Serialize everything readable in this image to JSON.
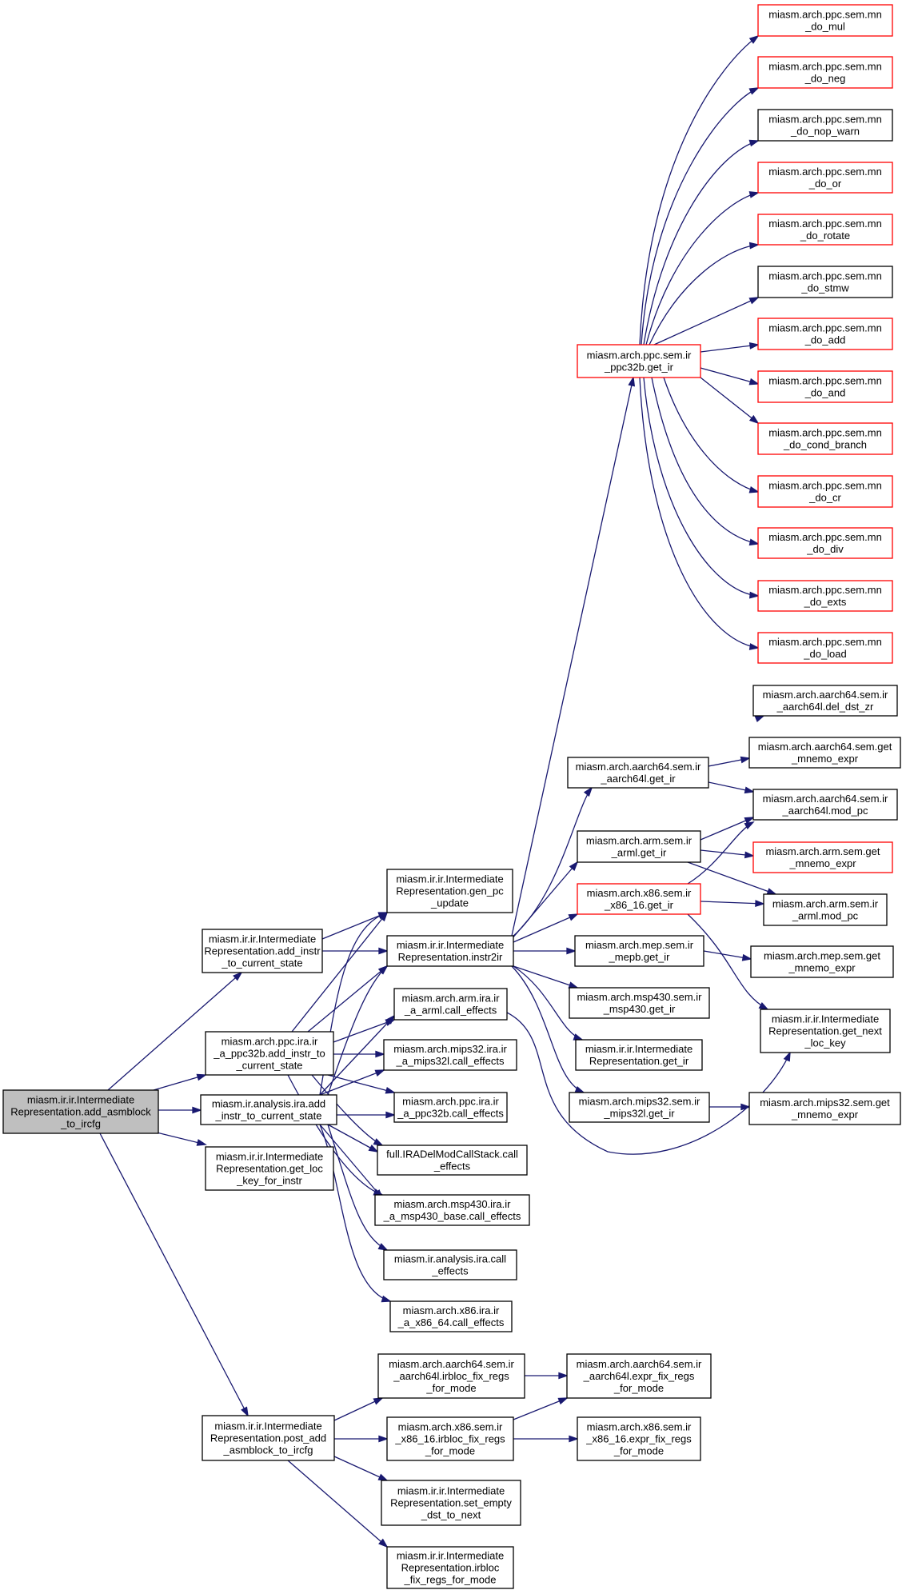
{
  "colors": {
    "edge": "#191970",
    "border_default": "#000000",
    "border_truncated": "#ff0000",
    "root_fill": "#bfbfbf",
    "node_fill": "#ffffff"
  },
  "nodes": [
    {
      "id": "n_root",
      "lines": [
        "miasm.ir.ir.Intermediate",
        "Representation.add_asmblock",
        "_to_ircfg"
      ],
      "style": "root"
    },
    {
      "id": "n_add_instr",
      "lines": [
        "miasm.ir.ir.Intermediate",
        "Representation.add_instr",
        "_to_current_state"
      ],
      "style": "normal"
    },
    {
      "id": "n_ppc_add",
      "lines": [
        "miasm.arch.ppc.ira.ir",
        "_a_ppc32b.add_instr_to",
        "_current_state"
      ],
      "style": "normal"
    },
    {
      "id": "n_ira_add",
      "lines": [
        "miasm.ir.analysis.ira.add",
        "_instr_to_current_state"
      ],
      "style": "normal"
    },
    {
      "id": "n_get_loc",
      "lines": [
        "miasm.ir.ir.Intermediate",
        "Representation.get_loc",
        "_key_for_instr"
      ],
      "style": "normal"
    },
    {
      "id": "n_post_add",
      "lines": [
        "miasm.ir.ir.Intermediate",
        "Representation.post_add",
        "_asmblock_to_ircfg"
      ],
      "style": "normal"
    },
    {
      "id": "n_gen_pc",
      "lines": [
        "miasm.ir.ir.Intermediate",
        "Representation.gen_pc",
        "_update"
      ],
      "style": "normal"
    },
    {
      "id": "n_instr2ir",
      "lines": [
        "miasm.ir.ir.Intermediate",
        "Representation.instr2ir"
      ],
      "style": "normal"
    },
    {
      "id": "n_arm_call",
      "lines": [
        "miasm.arch.arm.ira.ir",
        "_a_arml.call_effects"
      ],
      "style": "normal"
    },
    {
      "id": "n_mips_call",
      "lines": [
        "miasm.arch.mips32.ira.ir",
        "_a_mips32l.call_effects"
      ],
      "style": "normal"
    },
    {
      "id": "n_ppc_call",
      "lines": [
        "miasm.arch.ppc.ira.ir",
        "_a_ppc32b.call_effects"
      ],
      "style": "normal"
    },
    {
      "id": "n_full_call",
      "lines": [
        "full.IRADelModCallStack.call",
        "_effects"
      ],
      "style": "normal"
    },
    {
      "id": "n_msp_call",
      "lines": [
        "miasm.arch.msp430.ira.ir",
        "_a_msp430_base.call_effects"
      ],
      "style": "normal"
    },
    {
      "id": "n_ira_call",
      "lines": [
        "miasm.ir.analysis.ira.call",
        "_effects"
      ],
      "style": "normal"
    },
    {
      "id": "n_x86_call",
      "lines": [
        "miasm.arch.x86.ira.ir",
        "_a_x86_64.call_effects"
      ],
      "style": "normal"
    },
    {
      "id": "n_aa_irbloc",
      "lines": [
        "miasm.arch.aarch64.sem.ir",
        "_aarch64l.irbloc_fix_regs",
        "_for_mode"
      ],
      "style": "normal"
    },
    {
      "id": "n_x86_irbloc",
      "lines": [
        "miasm.arch.x86.sem.ir",
        "_x86_16.irbloc_fix_regs",
        "_for_mode"
      ],
      "style": "normal"
    },
    {
      "id": "n_set_empty",
      "lines": [
        "miasm.ir.ir.Intermediate",
        "Representation.set_empty",
        "_dst_to_next"
      ],
      "style": "normal"
    },
    {
      "id": "n_irbloc",
      "lines": [
        "miasm.ir.ir.Intermediate",
        "Representation.irbloc",
        "_fix_regs_for_mode"
      ],
      "style": "normal"
    },
    {
      "id": "n_ppc_getir",
      "lines": [
        "miasm.arch.ppc.sem.ir",
        "_ppc32b.get_ir"
      ],
      "style": "truncated"
    },
    {
      "id": "n_aa_getir",
      "lines": [
        "miasm.arch.aarch64.sem.ir",
        "_aarch64l.get_ir"
      ],
      "style": "normal"
    },
    {
      "id": "n_arm_getir",
      "lines": [
        "miasm.arch.arm.sem.ir",
        "_arml.get_ir"
      ],
      "style": "normal"
    },
    {
      "id": "n_x86_getir",
      "lines": [
        "miasm.arch.x86.sem.ir",
        "_x86_16.get_ir"
      ],
      "style": "truncated"
    },
    {
      "id": "n_mep_getir",
      "lines": [
        "miasm.arch.mep.sem.ir",
        "_mepb.get_ir"
      ],
      "style": "normal"
    },
    {
      "id": "n_msp_getir",
      "lines": [
        "miasm.arch.msp430.sem.ir",
        "_msp430.get_ir"
      ],
      "style": "normal"
    },
    {
      "id": "n_ir_getir",
      "lines": [
        "miasm.ir.ir.Intermediate",
        "Representation.get_ir"
      ],
      "style": "normal"
    },
    {
      "id": "n_mips_getir",
      "lines": [
        "miasm.arch.mips32.sem.ir",
        "_mips32l.get_ir"
      ],
      "style": "normal"
    },
    {
      "id": "n_aa_expr",
      "lines": [
        "miasm.arch.aarch64.sem.ir",
        "_aarch64l.expr_fix_regs",
        "_for_mode"
      ],
      "style": "normal"
    },
    {
      "id": "n_x86_expr",
      "lines": [
        "miasm.arch.x86.sem.ir",
        "_x86_16.expr_fix_regs",
        "_for_mode"
      ],
      "style": "normal"
    },
    {
      "id": "n_mnmul",
      "lines": [
        "miasm.arch.ppc.sem.mn",
        "_do_mul"
      ],
      "style": "truncated"
    },
    {
      "id": "n_mnneg",
      "lines": [
        "miasm.arch.ppc.sem.mn",
        "_do_neg"
      ],
      "style": "truncated"
    },
    {
      "id": "n_mnnop",
      "lines": [
        "miasm.arch.ppc.sem.mn",
        "_do_nop_warn"
      ],
      "style": "normal"
    },
    {
      "id": "n_mnor",
      "lines": [
        "miasm.arch.ppc.sem.mn",
        "_do_or"
      ],
      "style": "truncated"
    },
    {
      "id": "n_mnrot",
      "lines": [
        "miasm.arch.ppc.sem.mn",
        "_do_rotate"
      ],
      "style": "truncated"
    },
    {
      "id": "n_mnstmw",
      "lines": [
        "miasm.arch.ppc.sem.mn",
        "_do_stmw"
      ],
      "style": "normal"
    },
    {
      "id": "n_mnadd",
      "lines": [
        "miasm.arch.ppc.sem.mn",
        "_do_add"
      ],
      "style": "truncated"
    },
    {
      "id": "n_mnand",
      "lines": [
        "miasm.arch.ppc.sem.mn",
        "_do_and"
      ],
      "style": "truncated"
    },
    {
      "id": "n_mncond",
      "lines": [
        "miasm.arch.ppc.sem.mn",
        "_do_cond_branch"
      ],
      "style": "truncated"
    },
    {
      "id": "n_mncr",
      "lines": [
        "miasm.arch.ppc.sem.mn",
        "_do_cr"
      ],
      "style": "truncated"
    },
    {
      "id": "n_mndiv",
      "lines": [
        "miasm.arch.ppc.sem.mn",
        "_do_div"
      ],
      "style": "truncated"
    },
    {
      "id": "n_mnexts",
      "lines": [
        "miasm.arch.ppc.sem.mn",
        "_do_exts"
      ],
      "style": "truncated"
    },
    {
      "id": "n_mnload",
      "lines": [
        "miasm.arch.ppc.sem.mn",
        "_do_load"
      ],
      "style": "truncated"
    },
    {
      "id": "n_aa_del",
      "lines": [
        "miasm.arch.aarch64.sem.ir",
        "_aarch64l.del_dst_zr"
      ],
      "style": "normal"
    },
    {
      "id": "n_aa_mnemo",
      "lines": [
        "miasm.arch.aarch64.sem.get",
        "_mnemo_expr"
      ],
      "style": "normal"
    },
    {
      "id": "n_aa_modpc",
      "lines": [
        "miasm.arch.aarch64.sem.ir",
        "_aarch64l.mod_pc"
      ],
      "style": "normal"
    },
    {
      "id": "n_arm_mnemo",
      "lines": [
        "miasm.arch.arm.sem.get",
        "_mnemo_expr"
      ],
      "style": "truncated"
    },
    {
      "id": "n_arm_modpc",
      "lines": [
        "miasm.arch.arm.sem.ir",
        "_arml.mod_pc"
      ],
      "style": "normal"
    },
    {
      "id": "n_mep_mnemo",
      "lines": [
        "miasm.arch.mep.sem.get",
        "_mnemo_expr"
      ],
      "style": "normal"
    },
    {
      "id": "n_getnext",
      "lines": [
        "miasm.ir.ir.Intermediate",
        "Representation.get_next",
        "_loc_key"
      ],
      "style": "normal"
    },
    {
      "id": "n_mips_mnemo",
      "lines": [
        "miasm.arch.mips32.sem.get",
        "_mnemo_expr"
      ],
      "style": "normal"
    }
  ]
}
